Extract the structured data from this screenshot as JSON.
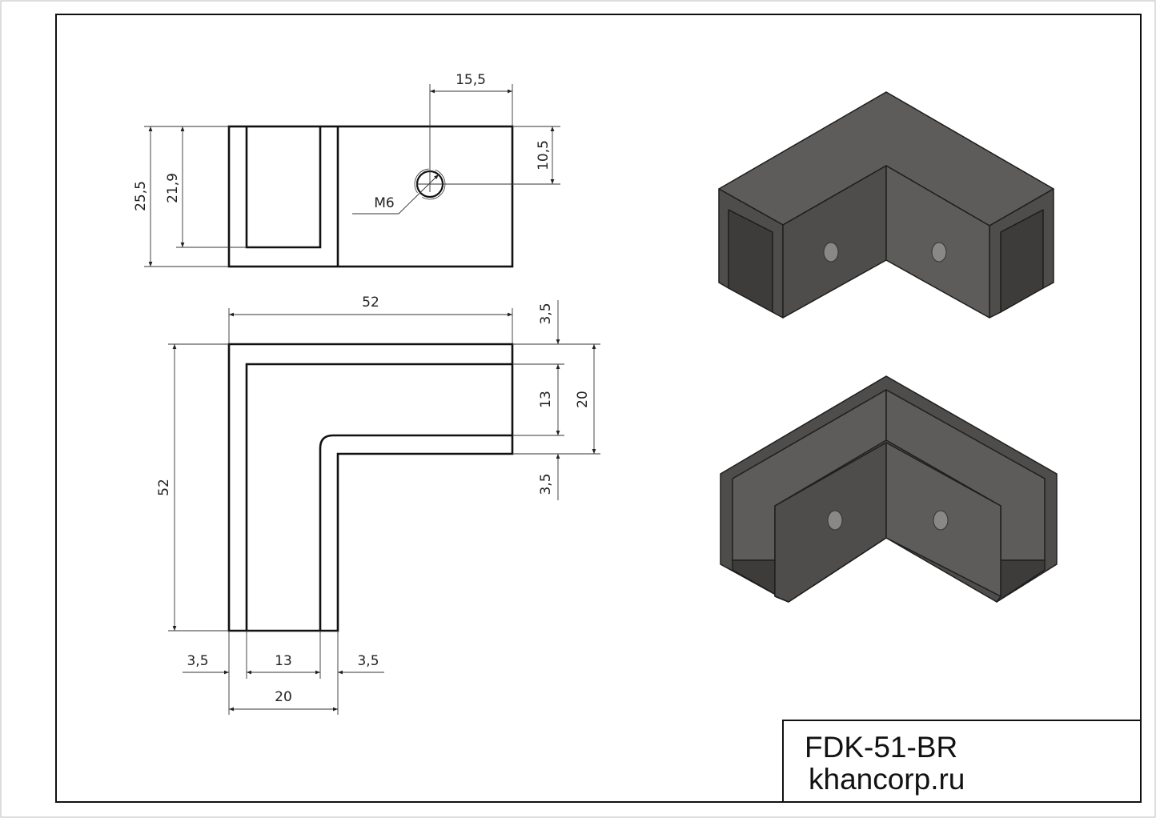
{
  "drawing": {
    "top_view": {
      "dim_total_height": "25,5",
      "dim_slot_depth": "21,9",
      "dim_hole_x": "15,5",
      "dim_hole_y": "10,5",
      "thread_label": "M6"
    },
    "plan_view": {
      "dim_top_length": "52",
      "dim_left_length": "52",
      "dim_right_wall_top": "3,5",
      "dim_right_slot": "13",
      "dim_right_wall_bottom": "3,5",
      "dim_right_width": "20",
      "dim_bottom_wall_left": "3,5",
      "dim_bottom_slot": "13",
      "dim_bottom_wall_right": "3,5",
      "dim_bottom_width": "20"
    }
  },
  "title_block": {
    "part_number": "FDK-51-BR",
    "website": "khancorp.ru"
  },
  "colors": {
    "part_fill": "#5e5c5a",
    "line": "#111111"
  }
}
